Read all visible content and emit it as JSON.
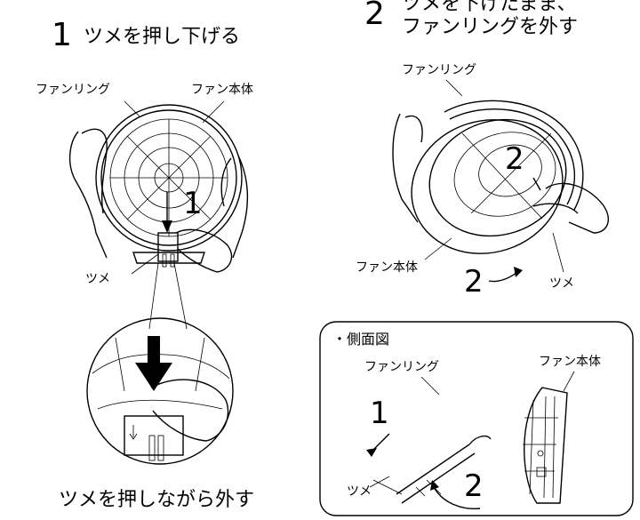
{
  "step1": {
    "number": "1",
    "title": "ツメを押し下げる",
    "label_fan_ring": "ファンリング",
    "label_fan_body": "ファン本体",
    "label_claw": "ツメ",
    "callout_number": "1",
    "caption": "ツメを押しながら外す"
  },
  "step2": {
    "number": "2",
    "title_line1": "ツメを下げたまま、",
    "title_line2": "ファンリングを外す",
    "label_fan_ring": "ファンリング",
    "label_fan_body": "ファン本体",
    "label_claw": "ツメ",
    "callout_number_top": "2",
    "callout_number_bottom": "2"
  },
  "side_view": {
    "title": "・側面図",
    "label_fan_ring": "ファンリング",
    "label_fan_body": "ファン本体",
    "label_claw": "ツメ",
    "callout_number_1": "1",
    "callout_number_2": "2"
  }
}
